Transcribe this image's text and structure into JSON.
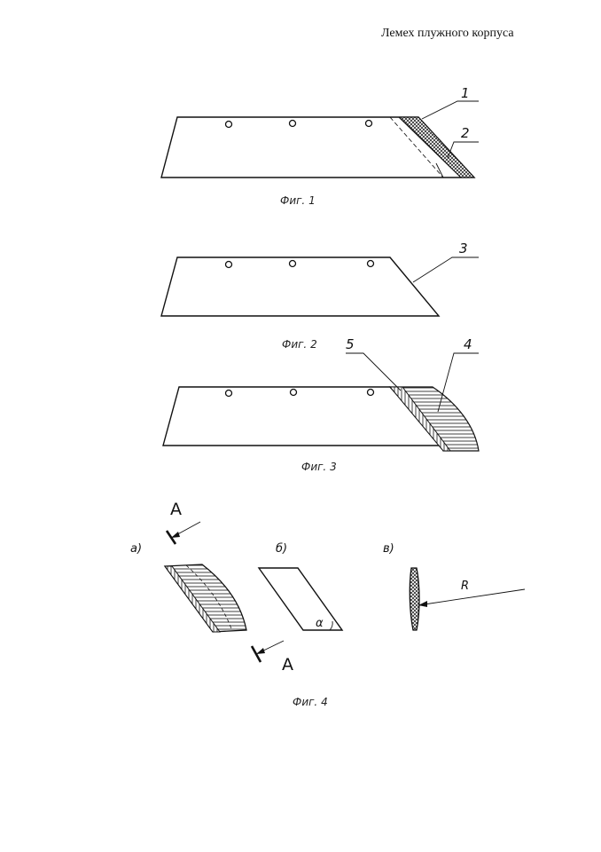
{
  "header": {
    "title": "Лемех плужного корпуса"
  },
  "figures": {
    "fig1": {
      "caption": "Фиг. 1",
      "labels": [
        "1",
        "2"
      ]
    },
    "fig2": {
      "caption": "Фиг. 2",
      "labels": [
        "3"
      ]
    },
    "fig3": {
      "caption": "Фиг. 3",
      "labels": [
        "5",
        "4"
      ]
    },
    "fig4": {
      "caption": "Фиг. 4",
      "section_label_top": "А",
      "section_label_bottom": "А",
      "panel_a": "а)",
      "panel_b": "б)",
      "panel_v": "в)",
      "angle_label": "α",
      "radius_label": "R"
    }
  }
}
